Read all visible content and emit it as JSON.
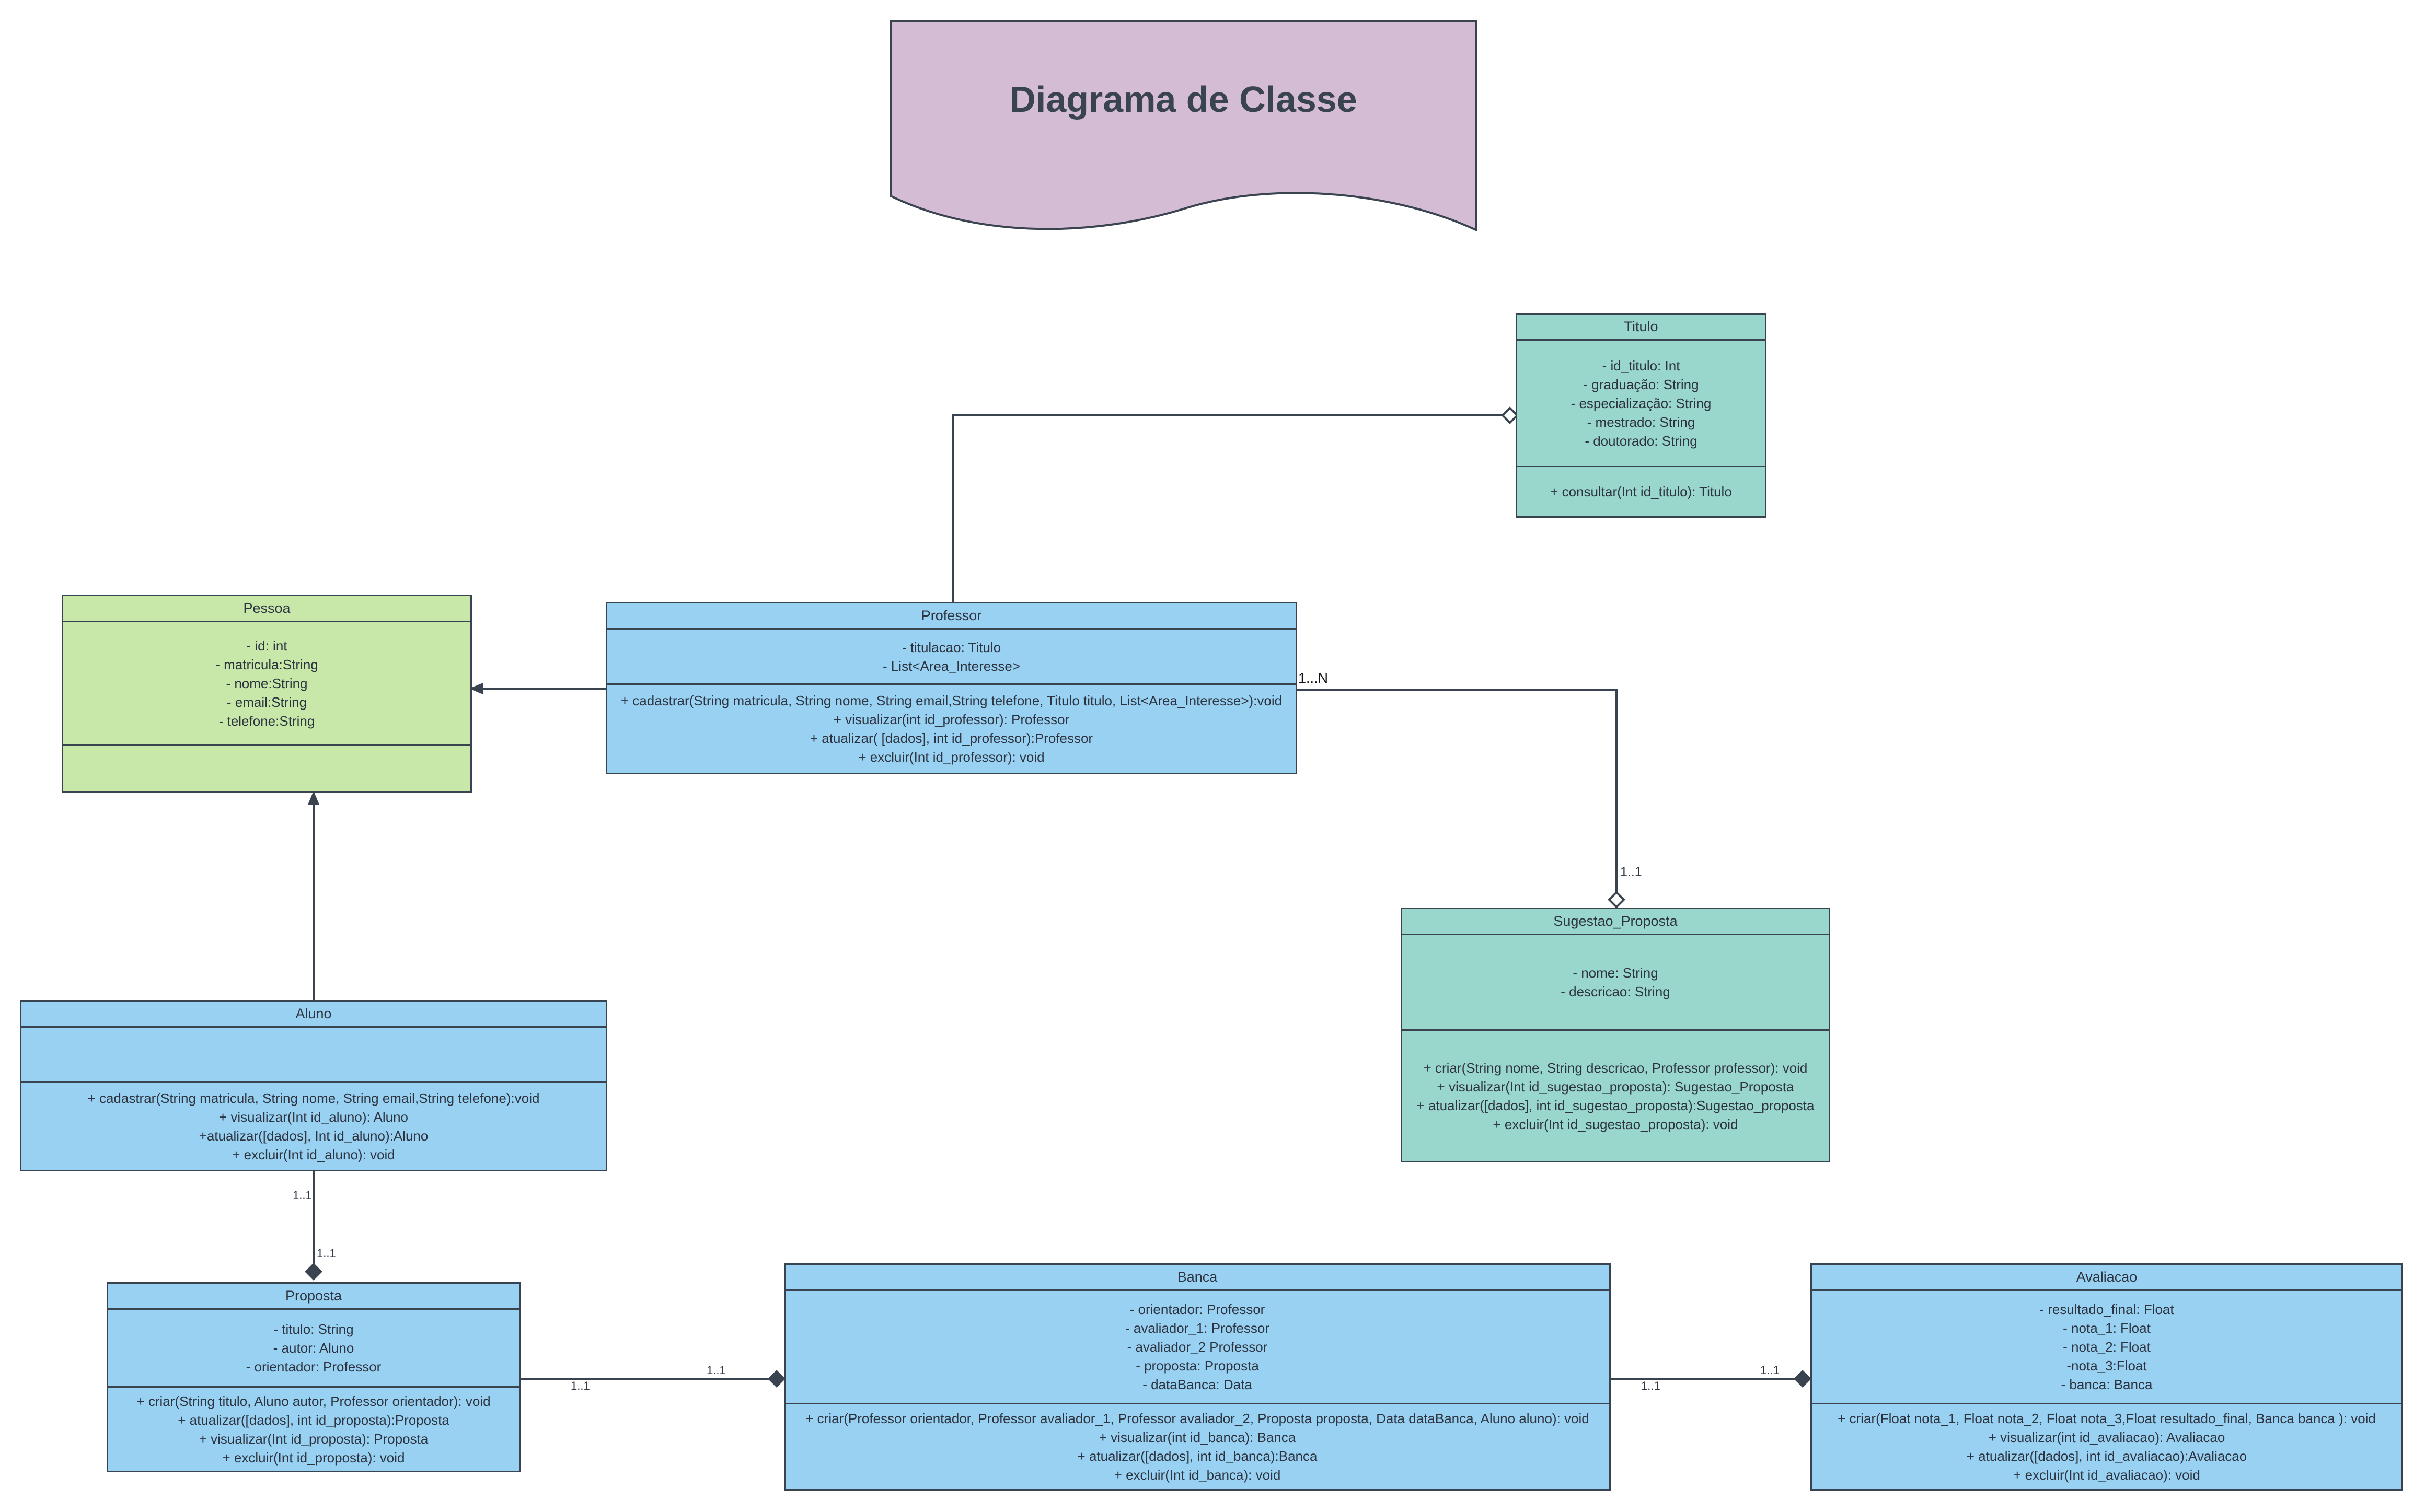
{
  "title": "Diagrama de Classe",
  "colors": {
    "blue": "#99d1f3",
    "teal": "#99d6cb",
    "green": "#c7e8a9",
    "banner": "#d3bcd4",
    "line": "#3a4350"
  },
  "classes": {
    "titulo": {
      "name": "Titulo",
      "attributes": [
        "- id_titulo: Int",
        "- graduação: String",
        "- especialização: String",
        "- mestrado: String",
        "- doutorado: String"
      ],
      "operations": [
        "+ consultar(Int id_titulo): Titulo"
      ]
    },
    "pessoa": {
      "name": "Pessoa",
      "attributes": [
        "- id: int",
        "- matricula:String",
        "- nome:String",
        "- email:String",
        "- telefone:String"
      ],
      "operations": []
    },
    "professor": {
      "name": "Professor",
      "attributes": [
        "- titulacao: Titulo",
        "- List<Area_Interesse>"
      ],
      "operations": [
        "+ cadastrar(String matricula, String nome, String email,String telefone, Titulo titulo, List<Area_Interesse>):void",
        "+ visualizar(int id_professor): Professor",
        "+ atualizar( [dados], int id_professor):Professor",
        "+ excluir(Int id_professor): void"
      ]
    },
    "sugestao": {
      "name": "Sugestao_Proposta",
      "attributes": [
        "- nome: String",
        "- descricao: String"
      ],
      "operations": [
        "+ criar(String nome, String descricao, Professor professor): void",
        "+ visualizar(Int id_sugestao_proposta): Sugestao_Proposta",
        "+ atualizar([dados], int id_sugestao_proposta):Sugestao_proposta",
        "+ excluir(Int  id_sugestao_proposta): void"
      ]
    },
    "aluno": {
      "name": "Aluno",
      "attributes": [],
      "operations": [
        "+ cadastrar(String matricula, String nome, String email,String telefone):void",
        "+ visualizar(Int id_aluno): Aluno",
        "+atualizar([dados], Int id_aluno):Aluno",
        "+ excluir(Int id_aluno): void"
      ]
    },
    "proposta": {
      "name": "Proposta",
      "attributes": [
        "- titulo: String",
        "- autor: Aluno",
        "- orientador: Professor"
      ],
      "operations": [
        "+ criar(String titulo, Aluno autor, Professor orientador): void",
        "+ atualizar([dados], int id_proposta):Proposta",
        "+ visualizar(Int id_proposta): Proposta",
        "+ excluir(Int id_proposta): void"
      ]
    },
    "banca": {
      "name": "Banca",
      "attributes": [
        "- orientador: Professor",
        "- avaliador_1: Professor",
        "- avaliador_2 Professor",
        "- proposta: Proposta",
        "- dataBanca: Data"
      ],
      "operations": [
        "+ criar(Professor orientador, Professor avaliador_1, Professor avaliador_2, Proposta proposta, Data dataBanca, Aluno aluno): void",
        "+ visualizar(int id_banca): Banca",
        "+ atualizar([dados], int id_banca):Banca",
        "+ excluir(Int id_banca): void"
      ]
    },
    "avaliacao": {
      "name": "Avaliacao",
      "attributes": [
        "- resultado_final: Float",
        "- nota_1: Float",
        "- nota_2: Float",
        "-nota_3:Float",
        "- banca: Banca"
      ],
      "operations": [
        "+  criar(Float nota_1, Float nota_2, Float nota_3,Float resultado_final, Banca banca ): void",
        "+ visualizar(int id_avaliacao): Avaliacao",
        "+ atualizar([dados], int id_avaliacao):Avaliacao",
        "+ excluir(Int id_avaliacao): void"
      ]
    }
  },
  "multiplicities": {
    "prof_sug_start": "1...N",
    "prof_sug_end": "1..1",
    "aluno_prop_start": "1..1",
    "aluno_prop_end": "1..1",
    "prop_banca_start": "1..1",
    "prop_banca_end": "1..1",
    "banca_aval_start": "1..1",
    "banca_aval_end": "1..1"
  }
}
